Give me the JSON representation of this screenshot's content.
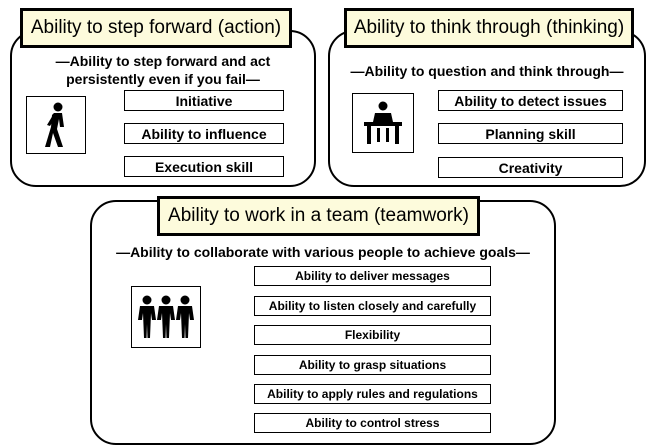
{
  "action": {
    "title": "Ability to step forward (action)",
    "subtitle_line1": "—Ability to step forward and act",
    "subtitle_line2": "persistently even if you fail—",
    "skills": [
      "Initiative",
      "Ability to influence",
      "Execution skill"
    ],
    "icon": "walking-person-icon"
  },
  "thinking": {
    "title": "Ability to think through (thinking)",
    "subtitle": "—Ability to question and think through—",
    "skills": [
      "Ability to detect issues",
      "Planning skill",
      "Creativity"
    ],
    "icon": "person-at-desk-icon"
  },
  "teamwork": {
    "title": "Ability to work in a team (teamwork)",
    "subtitle": "—Ability to collaborate with various people to achieve goals—",
    "skills": [
      "Ability to deliver messages",
      "Ability to listen closely and carefully",
      "Flexibility",
      "Ability to grasp situations",
      "Ability to apply rules and regulations",
      "Ability to control stress"
    ],
    "icon": "team-people-icon"
  },
  "colors": {
    "title_fill": "#fdfbdc",
    "border": "#000000",
    "background": "#ffffff"
  }
}
